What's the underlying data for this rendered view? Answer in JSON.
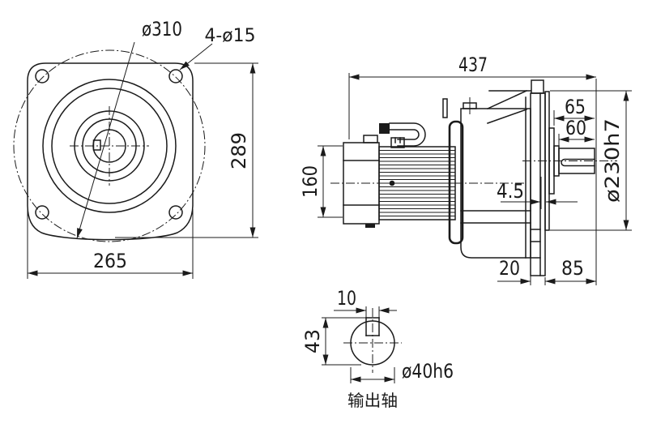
{
  "drawing": {
    "front_view": {
      "bolt_circle_label": "ø310",
      "holes_label": "4-ø15",
      "height_label": "289",
      "width_label": "265"
    },
    "side_view": {
      "total_length_label": "437",
      "motor_frame_label": "160",
      "gap_label": "4.5",
      "flange_thickness_label": "20",
      "flange_to_shaft_end_label": "85",
      "shaft_shoulder_label": "65",
      "shaft_length_label": "60",
      "spigot_label": "ø230h7"
    },
    "shaft_detail": {
      "key_width_label": "10",
      "key_height_label": "43",
      "shaft_diameter_label": "ø40h6",
      "caption": "输出轴"
    },
    "colors": {
      "line": "#1b1b1b",
      "background": "#ffffff"
    }
  }
}
